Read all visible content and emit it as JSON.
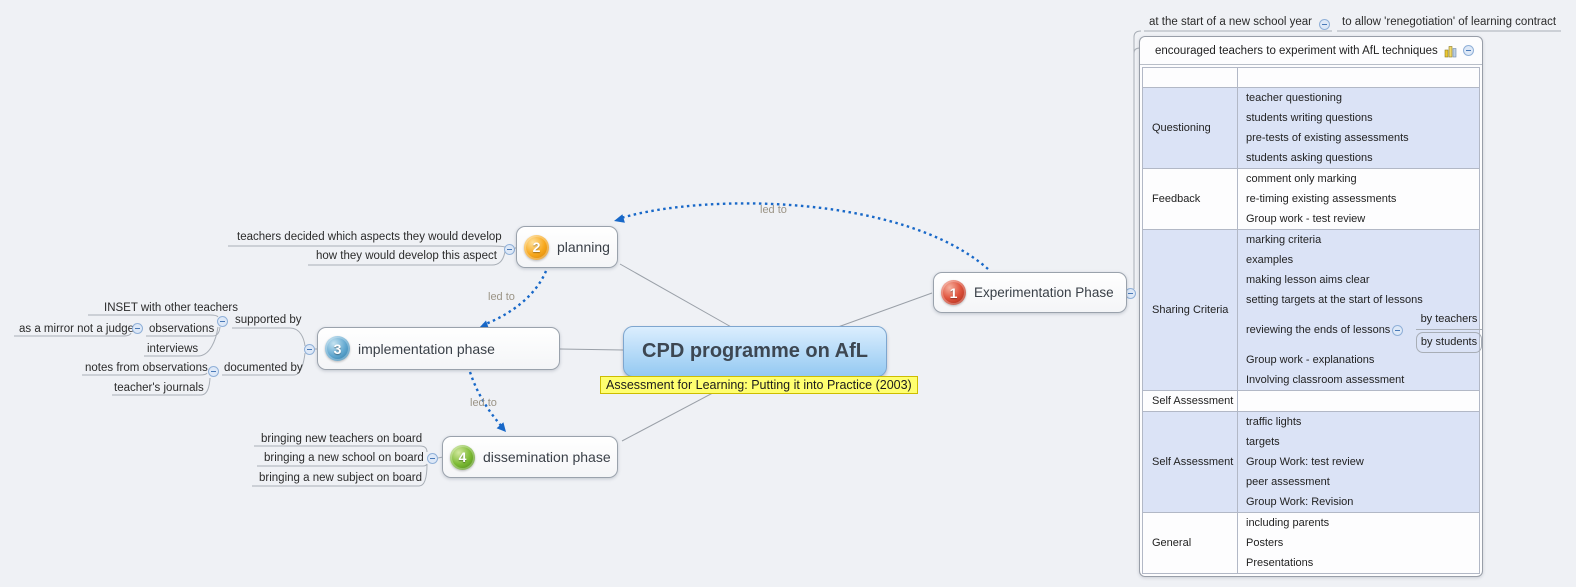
{
  "colors": {
    "background": "#eff1f5",
    "central_fill": "#94c9f2",
    "callout_yellow": "#ffff70",
    "table_shade_blue": "#dbe3f6",
    "relation_arrow_blue": "#1868c8",
    "badge_red": "#d94a32",
    "badge_orange": "#f7a81e",
    "badge_blue": "#62a8d0",
    "badge_green": "#7cba34"
  },
  "central_topic": {
    "label": "CPD programme on AfL",
    "callout": "Assessment for Learning: Putting it into Practice (2003)"
  },
  "main_topics": {
    "experimentation": {
      "badge": "1",
      "label": "Experimentation Phase"
    },
    "planning": {
      "badge": "2",
      "label": "planning"
    },
    "implementation": {
      "badge": "3",
      "label": "implementation phase"
    },
    "dissemination": {
      "badge": "4",
      "label": "dissemination phase"
    }
  },
  "planning_branch": {
    "develop_aspects": "teachers decided which aspects they would develop",
    "develop_how": "how they would develop this aspect"
  },
  "implementation_branch": {
    "supported_by": "supported by",
    "inset": "INSET with other teachers",
    "observations": "observations",
    "mirror": "as a mirror not a judge",
    "interviews": "interviews",
    "documented_by": "documented by",
    "notes": "notes from observations",
    "journals": "teacher's journals"
  },
  "dissemination_branch": {
    "teachers": "bringing new teachers on board",
    "school": "bringing a new school on board",
    "subject": "bringing a new subject on board"
  },
  "experimentation_branch": {
    "start_year": "at the start of a new school year",
    "renegotiation": "to allow 'renegotiation' of learning contract"
  },
  "relation_label": "led to",
  "icons": {
    "collapse": "minus-icon",
    "table_title_marker": "bar-chart-icon"
  },
  "table": {
    "title": "encouraged teachers to experiment with AfL techniques",
    "rows": [
      {
        "label": "",
        "items": []
      },
      {
        "label": "Questioning",
        "items": [
          "teacher questioning",
          "students writing questions",
          "pre-tests of existing assessments",
          "students asking questions"
        ]
      },
      {
        "label": "Feedback",
        "items": [
          "comment only marking",
          "re-timing existing assessments",
          "Group work - test review"
        ]
      },
      {
        "label": "Sharing Criteria",
        "items_a": [
          "marking criteria",
          "examples",
          "making lesson aims clear",
          "setting targets at the start of lessons"
        ],
        "nested": {
          "parent": "reviewing the ends of lessons",
          "children": [
            "by teachers",
            "by students"
          ]
        },
        "items_b": [
          "Group work - explanations",
          "Involving classroom assessment"
        ]
      },
      {
        "label": "Self Assessment",
        "items": []
      },
      {
        "label": "Self Assessment",
        "items": [
          "traffic lights",
          "targets",
          "Group Work: test review",
          "peer assessment",
          "Group Work: Revision"
        ]
      },
      {
        "label": "General",
        "items": [
          "including parents",
          "Posters",
          "Presentations"
        ]
      }
    ]
  }
}
